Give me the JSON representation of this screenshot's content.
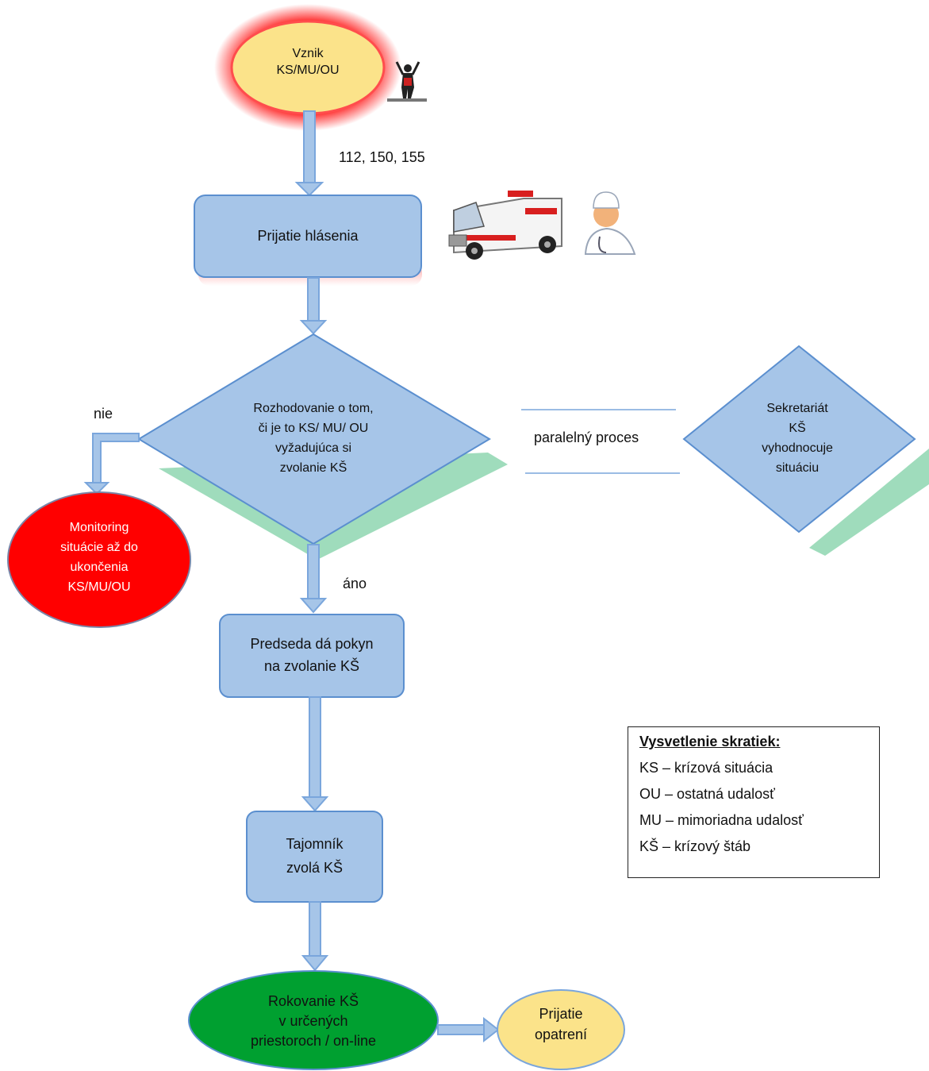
{
  "nodes": {
    "start": "Vznik\nKS/MU/OU",
    "receive": "Prijatie hlásenia",
    "decision": "Rozhodovanie o tom,\nči je to KS/ MU/ OU\nvyžadujúca si\nzvolanie KŠ",
    "secretariat": "Sekretariát\nKŠ\nvyhodnocuje\nsituáciu",
    "monitoring": "Monitoring\nsituácie až do\nukončenia\nKS/MU/OU",
    "chair_order": "Predseda dá pokyn\nna zvolanie KŠ",
    "secretary": "Tajomník\nzvolá KŠ",
    "meeting": "Rokovanie KŠ\nv určených\npriestoroch / on-line",
    "measures": "Prijatie\nopatrení"
  },
  "labels": {
    "phones": "112, 150, 155",
    "no": "nie",
    "yes": "áno",
    "parallel": "paralelný proces"
  },
  "legend": {
    "title": "Vysvetlenie skratiek:",
    "items": [
      "KS – krízová situácia",
      "OU – ostatná udalosť",
      "MU – mimoriadna udalosť",
      "KŠ – krízový štáb"
    ]
  },
  "icons": [
    "person-icon",
    "ambulance-icon",
    "doctor-icon"
  ],
  "colors": {
    "box_fill": "#a6c5e8",
    "box_border": "#5b8fcf",
    "arrow": "#7aa6dc",
    "start_fill": "#fbe38a",
    "start_glow": "#ff1a1a",
    "monitoring_fill": "#ff0000",
    "meeting_fill": "#00a030",
    "measures_fill": "#fbe38a",
    "shadow_green": "#9fdcbc"
  }
}
